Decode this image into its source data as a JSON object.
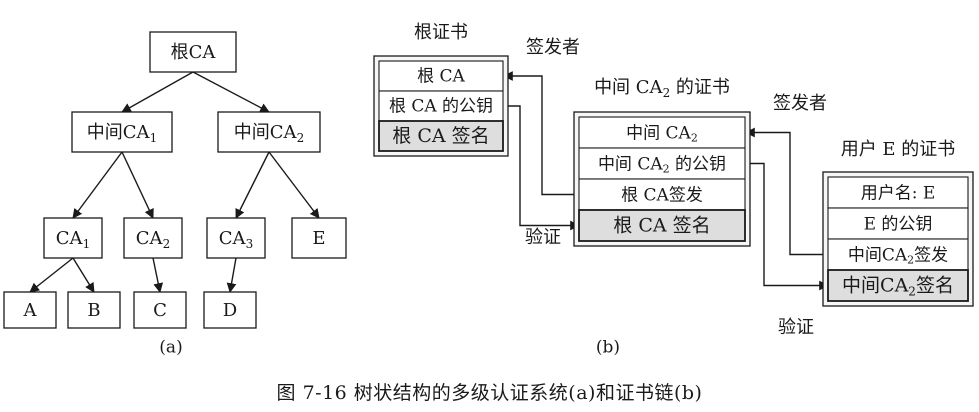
{
  "tree": {
    "sub_label": "(a)",
    "nodes": {
      "root": "根CA",
      "mid1": {
        "base": "中间CA",
        "sub": "1"
      },
      "mid2": {
        "base": "中间CA",
        "sub": "2"
      },
      "ca1": {
        "base": "CA",
        "sub": "1"
      },
      "ca2": {
        "base": "CA",
        "sub": "2"
      },
      "ca3": {
        "base": "CA",
        "sub": "3"
      },
      "e": "E",
      "a": "A",
      "b": "B",
      "c": "C",
      "d": "D"
    }
  },
  "chain": {
    "sub_label": "(b)",
    "root_cert": {
      "title": "根证书",
      "rows": [
        "根 CA",
        "根 CA 的公钥",
        "根 CA 签名"
      ]
    },
    "mid_cert": {
      "title": {
        "base": "中间 CA",
        "sub": "2",
        "suffix": " 的证书"
      },
      "rows": [
        {
          "base": "中间 CA",
          "sub": "2",
          "suffix": ""
        },
        {
          "base": "中间 CA",
          "sub": "2",
          "suffix": " 的公钥"
        },
        {
          "base": "根 CA签发",
          "sub": "",
          "suffix": ""
        },
        {
          "base": "根 CA 签名",
          "sub": "",
          "suffix": ""
        }
      ]
    },
    "user_cert": {
      "title": "用户 E 的证书",
      "rows": [
        {
          "base": "用户名: E",
          "sub": "",
          "suffix": ""
        },
        {
          "base": "E 的公钥",
          "sub": "",
          "suffix": ""
        },
        {
          "base": "中间CA",
          "sub": "2",
          "suffix": "签发"
        },
        {
          "base": "中间CA",
          "sub": "2",
          "suffix": "签名"
        }
      ]
    },
    "labels": {
      "issuer_1": "签发者",
      "issuer_2": "签发者",
      "verify_1": "验证",
      "verify_2": "验证"
    }
  },
  "caption": "图 7-16    树状结构的多级认证系统(a)和证书链(b)",
  "colors": {
    "line": "#1a1a1a",
    "box_fill": "#ffffff",
    "signature_fill": "#dedede",
    "cert_fill": "#f6f6f6"
  }
}
